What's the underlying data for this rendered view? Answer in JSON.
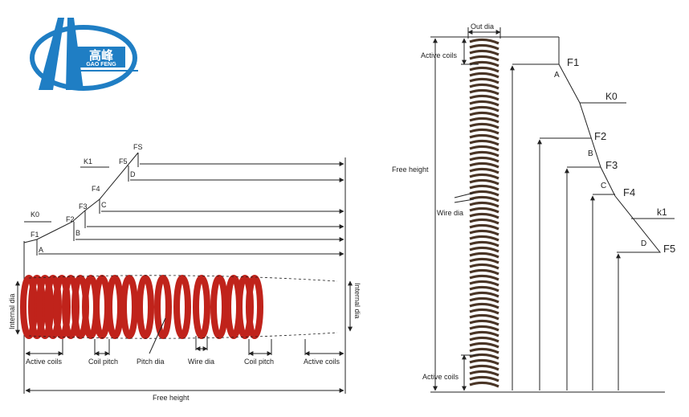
{
  "logo": {
    "chinese_name": "高峰",
    "english_name": "GAO FENG",
    "brand_color": "#1f7ec4"
  },
  "left_diagram": {
    "load_labels": [
      "F1",
      "F2",
      "F3",
      "F4",
      "F5",
      "FS"
    ],
    "stiffness_labels": [
      "K0",
      "K1"
    ],
    "points": [
      "A",
      "B",
      "C",
      "D"
    ],
    "dimension_labels": {
      "internal_dia_left": "Internal dia",
      "internal_dia_right": "Internal dia",
      "active_coils_left": "Active coils",
      "coil_pitch_left": "Coil pitch",
      "pitch_dia": "Pitch dia",
      "wire_dia": "Wire dia",
      "coil_pitch_right": "Coil pitch",
      "active_coils_right": "Active coils",
      "free_height": "Free height"
    },
    "spring_color": "#c0231b"
  },
  "right_diagram": {
    "out_dia": "Out dia",
    "active_coils_top": "Active coils",
    "free_height": "Free height",
    "wire_dia": "Wire dia",
    "active_coils_bottom": "Active coils",
    "load_labels": [
      "F1",
      "F2",
      "F3",
      "F4",
      "F5"
    ],
    "stiffness_labels": [
      "K0",
      "k1"
    ],
    "points": [
      "A",
      "B",
      "C",
      "D"
    ],
    "spring_color": "#4a3526"
  }
}
